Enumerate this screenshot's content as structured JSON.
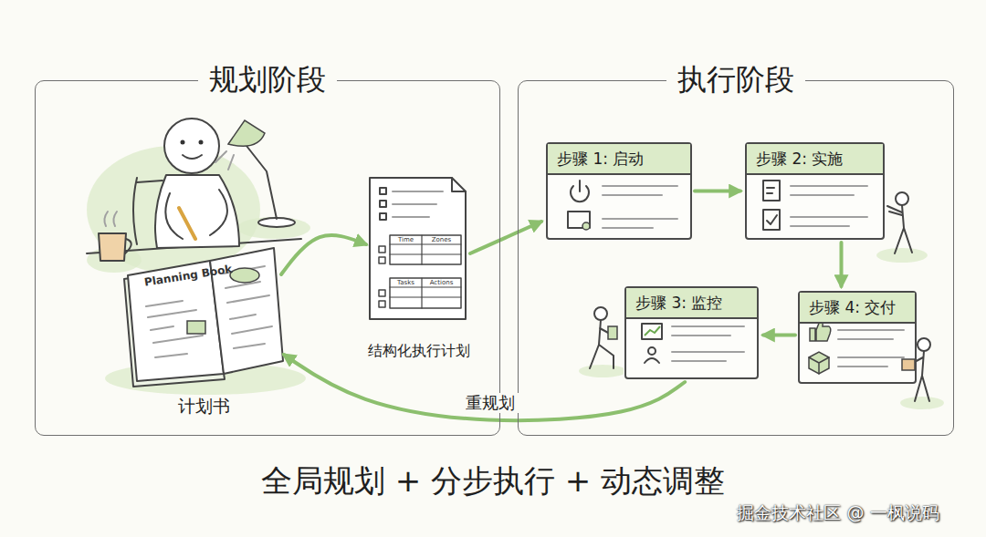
{
  "diagram": {
    "caption": "全局规划 + 分步执行 + 动态调整",
    "nodes": [
      {
        "text": [
          "规划阶段"
        ]
      },
      {
        "text": [
          "Planning Book",
          "计划书"
        ],
        "in": 0
      },
      {
        "text": [
          "结构化执行计划"
        ],
        "in": 0
      },
      {
        "text": [
          "执行阶段"
        ]
      },
      {
        "text": [
          "步骤 1: 启动"
        ],
        "in": 3
      },
      {
        "text": [
          "步骤 2: 实施"
        ],
        "in": 3
      },
      {
        "text": [
          "步骤 3: 监控"
        ],
        "in": 3
      },
      {
        "text": [
          "步骤 4: 交付"
        ],
        "in": 3
      }
    ],
    "edges": [
      {
        "from": 1,
        "to": 2,
        "arrow": "to"
      },
      {
        "from": 2,
        "to": 4,
        "arrow": "to"
      },
      {
        "from": 4,
        "to": 5,
        "arrow": "to"
      },
      {
        "from": 5,
        "to": 7,
        "arrow": "to"
      },
      {
        "from": 7,
        "to": 6,
        "arrow": "to"
      },
      {
        "from": 6,
        "to": 1,
        "label": "重规划",
        "arrow": "to"
      }
    ],
    "labels": [
      "Time",
      "Zones",
      "Tasks",
      "Actions",
      "掘金技术社区 @ 一枫说码"
    ]
  }
}
